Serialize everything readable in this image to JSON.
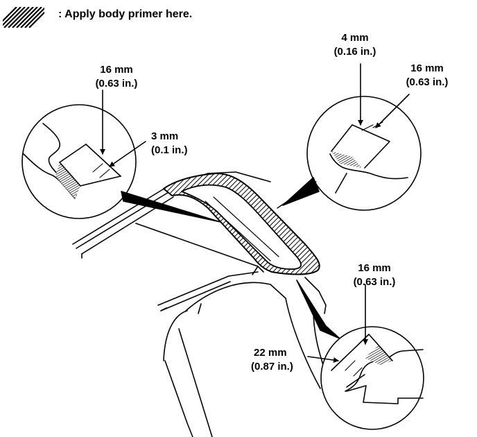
{
  "legend": {
    "text": ": Apply body primer here.",
    "swatch_icon": "diagonal-hatch-swatch"
  },
  "callouts": {
    "upper_left": {
      "dim_a_mm": "16 mm",
      "dim_a_in": "(0.63 in.)",
      "dim_b_mm": "3 mm",
      "dim_b_in": "(0.1 in.)"
    },
    "upper_right": {
      "dim_a_mm": "4 mm",
      "dim_a_in": "(0.16 in.)",
      "dim_b_mm": "16 mm",
      "dim_b_in": "(0.63 in.)"
    },
    "lower_right": {
      "dim_a_mm": "16 mm",
      "dim_a_in": "(0.63 in.)",
      "dim_b_mm": "22 mm",
      "dim_b_in": "(0.87 in.)"
    }
  },
  "colors": {
    "ink": "#000000",
    "paper": "#ffffff"
  }
}
